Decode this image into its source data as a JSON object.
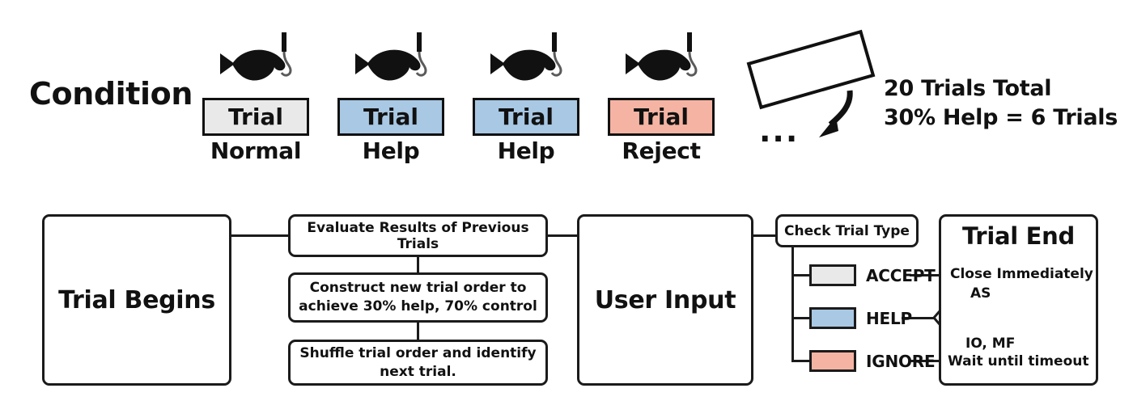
{
  "condition": {
    "label": "Condition",
    "trials": [
      {
        "icon": "fish-hook-icon",
        "box_text": "Trial",
        "caption": "Normal",
        "color": "#e9e9e9",
        "type": "normal"
      },
      {
        "icon": "fish-hook-icon",
        "box_text": "Trial",
        "caption": "Help",
        "color": "#a8c8e4",
        "type": "help"
      },
      {
        "icon": "fish-hook-icon",
        "box_text": "Trial",
        "caption": "Help",
        "color": "#a8c8e4",
        "type": "help"
      },
      {
        "icon": "fish-hook-icon",
        "box_text": "Trial",
        "caption": "Reject",
        "color": "#f5b4a3",
        "type": "reject"
      }
    ],
    "ellipsis": "...",
    "rotated_card": "blank-trial-card",
    "arrow": "curved-down-arrow-icon",
    "totals": {
      "line1": "20 Trials Total",
      "line2": "30% Help = 6 Trials"
    }
  },
  "flowchart": {
    "trial_begins": "Trial Begins",
    "evaluate": "Evaluate Results of Previous Trials",
    "construct": "Construct new trial order to achieve 30% help, 70% control",
    "shuffle": "Shuffle trial order and identify next trial.",
    "user_input": "User Input",
    "check_trial_type": "Check Trial Type",
    "branches": [
      {
        "label": "ACCEPT",
        "color": "#e9e9e9",
        "outcome": "Close Immediately"
      },
      {
        "label": "HELP",
        "color": "#a8c8e4",
        "outcome_top": "AS",
        "outcome_bottom": "IO, MF"
      },
      {
        "label": "IGNORE",
        "color": "#f5b4a3",
        "outcome": "Wait until timeout"
      }
    ],
    "trial_end": {
      "title": "Trial End",
      "close_immediately": "Close Immediately",
      "as": "AS",
      "io_mf": "IO, MF",
      "wait_until_timeout": "Wait until timeout"
    }
  },
  "colors": {
    "normal_gray": "#e9e9e9",
    "help_blue": "#a8c8e4",
    "reject_salmon": "#f5b4a3",
    "stroke": "#1b1b1b",
    "background": "#ffffff"
  }
}
